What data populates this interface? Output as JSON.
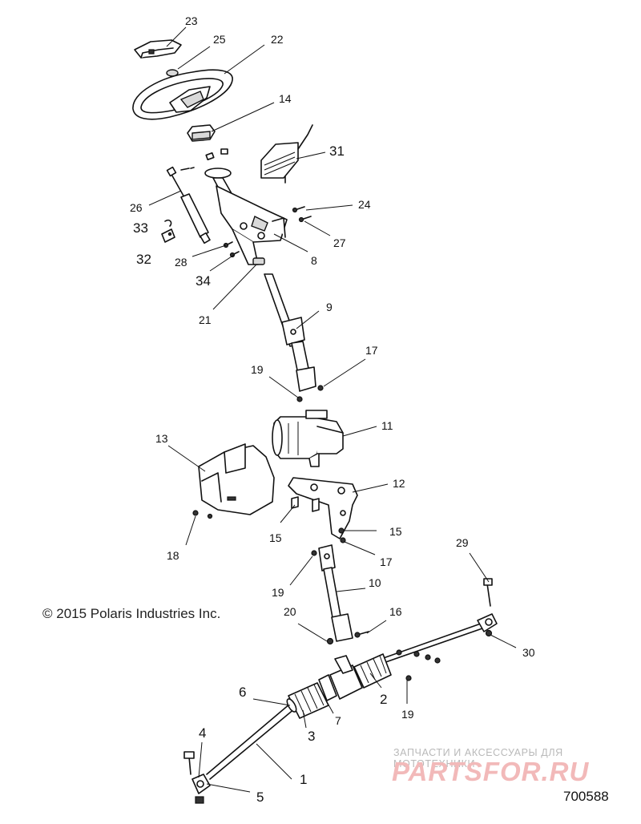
{
  "copyright": "© 2015 Polaris Industries Inc.",
  "drawing_number": "700588",
  "watermark": {
    "tagline": "ЗАПЧАСТИ И АКСЕССУАРЫ ДЛЯ МОТОТЕХНИКИ",
    "logo": "PARTSFOR.RU"
  },
  "callouts": {
    "c1": "1",
    "c2": "2",
    "c3": "3",
    "c4": "4",
    "c5": "5",
    "c6": "6",
    "c7": "7",
    "c8": "8",
    "c9": "9",
    "c10": "10",
    "c11": "11",
    "c12": "12",
    "c13": "13",
    "c14": "14",
    "c15a": "15",
    "c15b": "15",
    "c16": "16",
    "c17a": "17",
    "c17b": "17",
    "c18": "18",
    "c19a": "19",
    "c19b": "19",
    "c19c": "19",
    "c20": "20",
    "c21": "21",
    "c22": "22",
    "c23": "23",
    "c24": "24",
    "c25": "25",
    "c26": "26",
    "c27": "27",
    "c28": "28",
    "c29": "29",
    "c30": "30",
    "c31": "31",
    "c32": "32",
    "c33": "33",
    "c34": "34"
  },
  "colors": {
    "line": "#111111",
    "watermark_logo": "#f2b9b9",
    "watermark_text": "#b9b9b9"
  }
}
